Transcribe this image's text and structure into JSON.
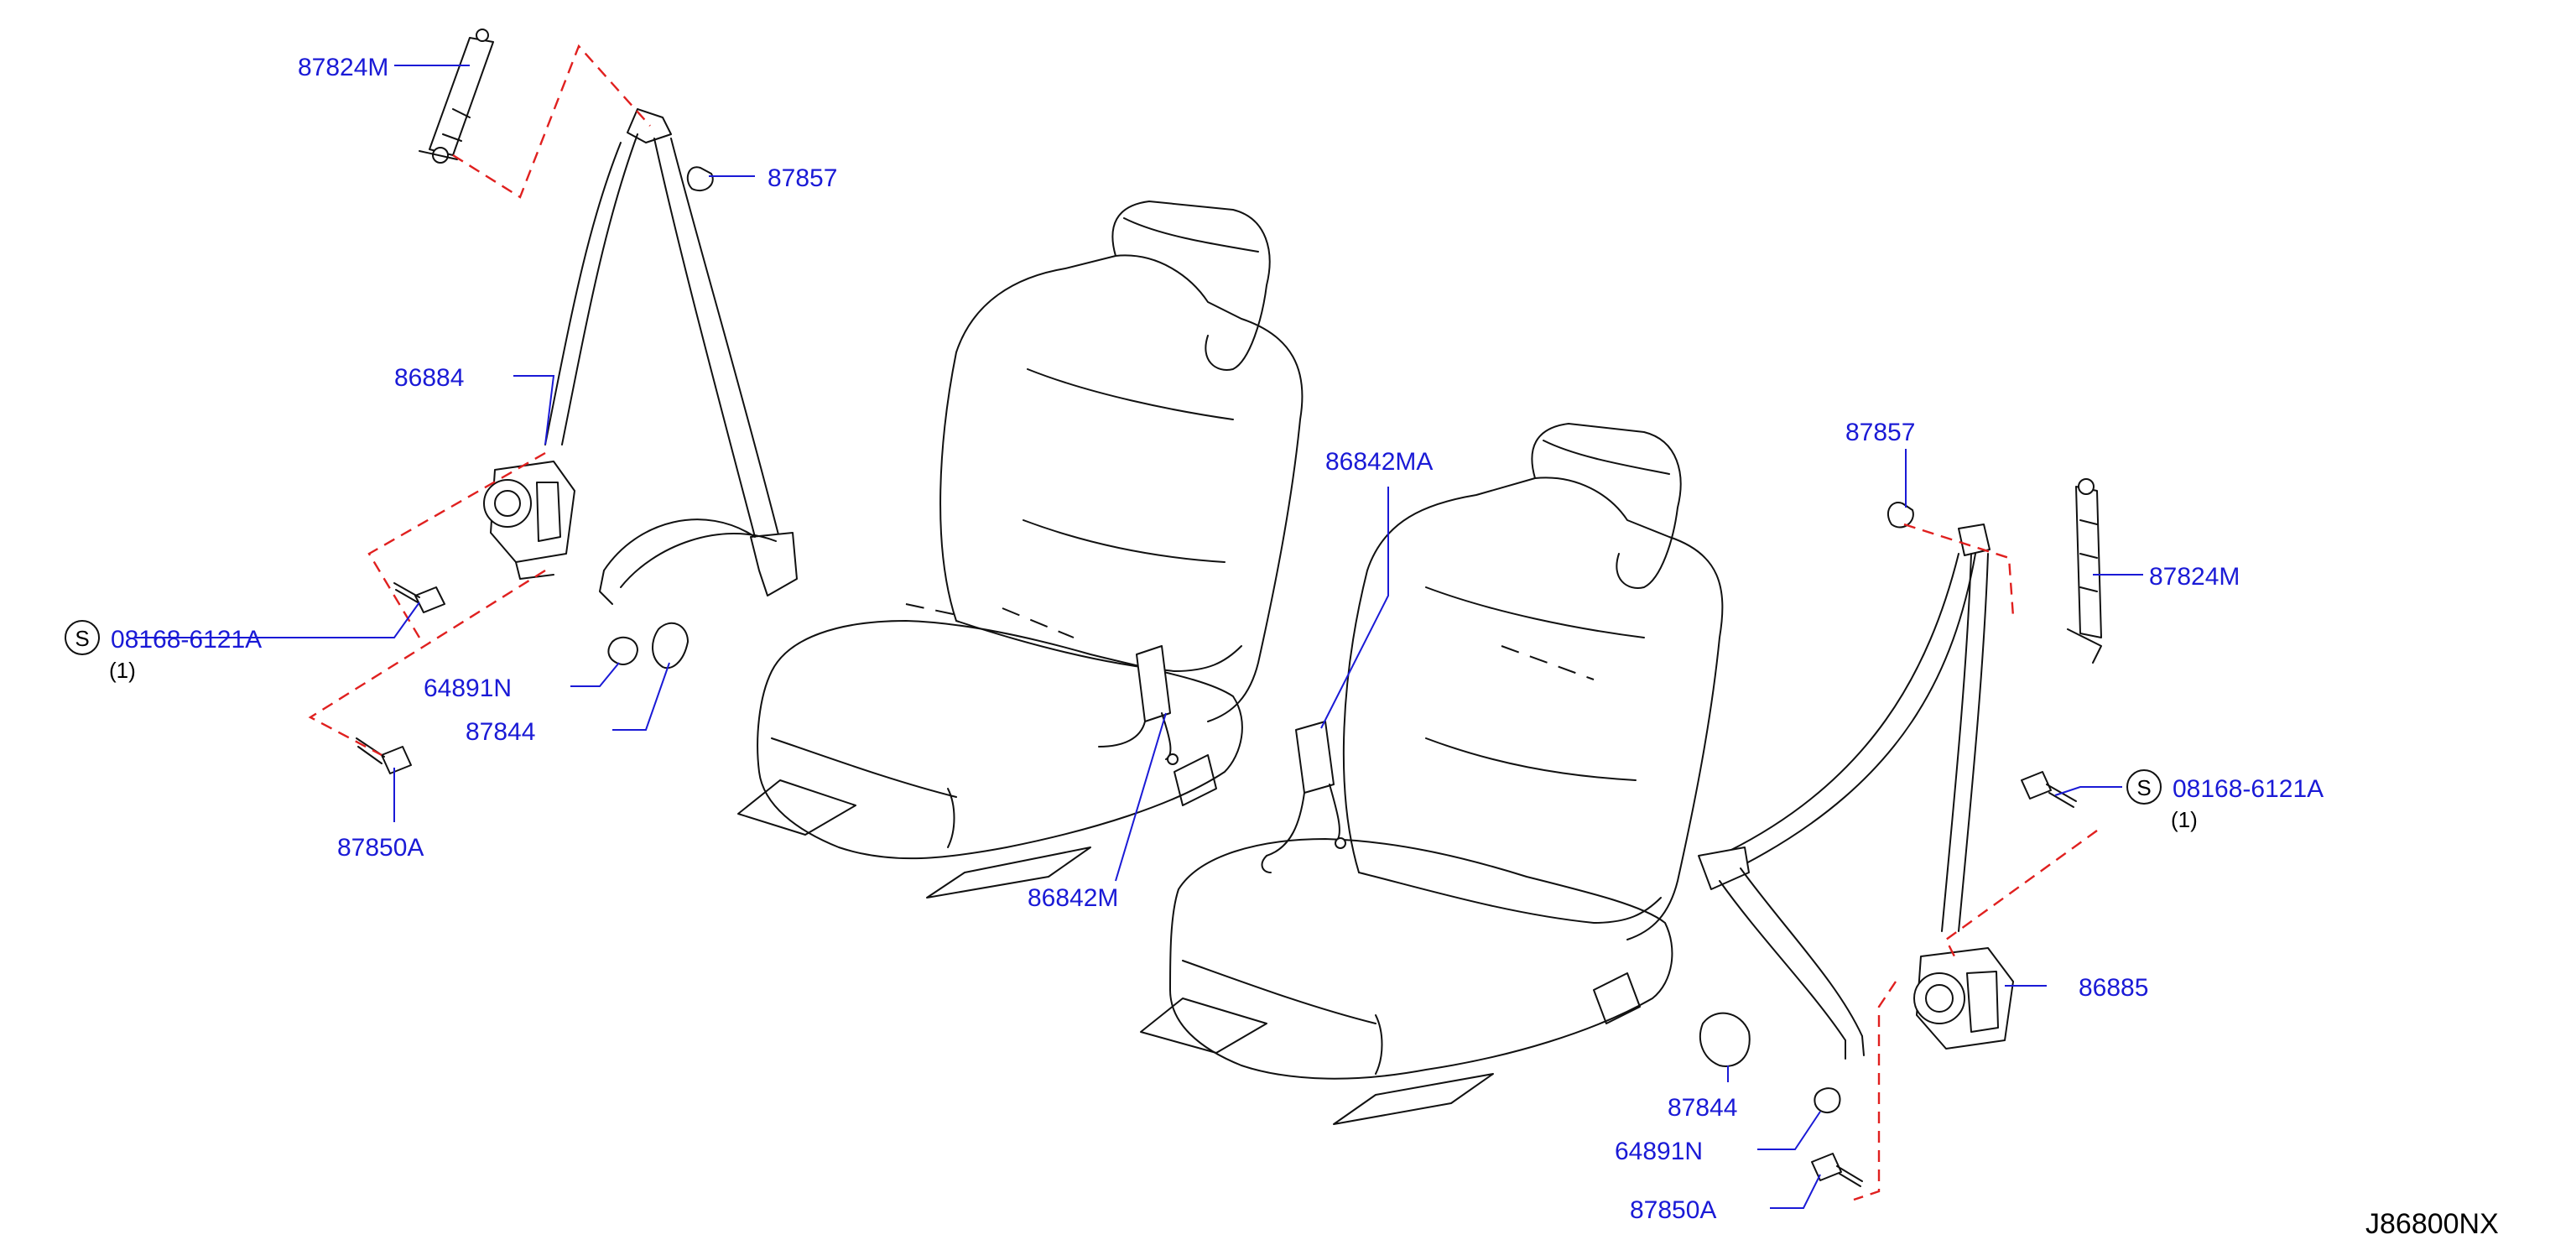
{
  "diagram": {
    "reference_code": "J86800NX",
    "colors": {
      "label": "#1a1ad6",
      "dashed_guide": "#e0201f",
      "part_outline": "#111111"
    },
    "labels": {
      "l_87824m": "87824M",
      "l_87857": "87857",
      "l_86884": "86884",
      "l_0816_left": "08168-6121A",
      "l_qty_left": "(1)",
      "l_64891n_left": "64891N",
      "l_87844_left": "87844",
      "l_87850a_left": "87850A",
      "l_86842m": "86842M",
      "l_86842ma": "86842MA",
      "r_87857": "87857",
      "r_87824m": "87824M",
      "r_0816": "08168-6121A",
      "r_qty": "(1)",
      "r_86885": "86885",
      "r_87844": "87844",
      "r_64891n": "64891N",
      "r_87850a": "87850A"
    },
    "symbols": {
      "screw_symbol": "S"
    }
  }
}
